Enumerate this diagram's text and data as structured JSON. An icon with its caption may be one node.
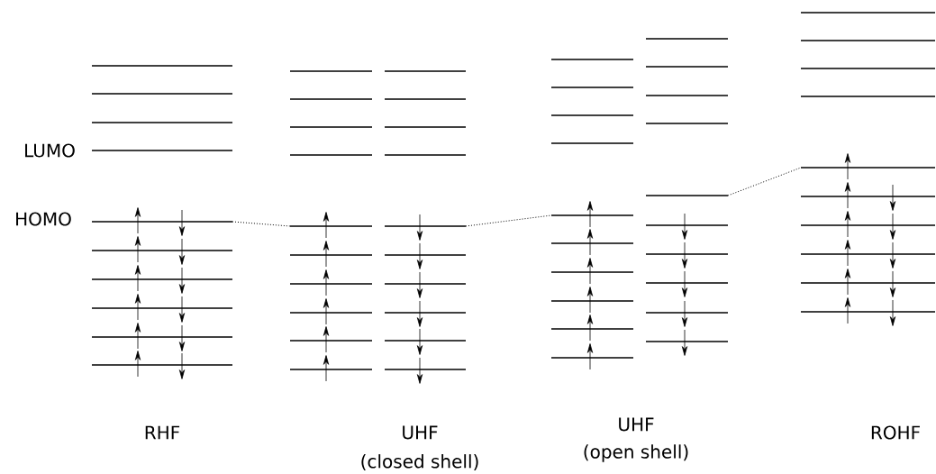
{
  "diagram": {
    "labels": [
      "LUMO",
      "HOMO",
      "RHF",
      "UHF",
      "(closed shell)",
      "UHF",
      "(open shell)",
      "ROHF"
    ]
  }
}
